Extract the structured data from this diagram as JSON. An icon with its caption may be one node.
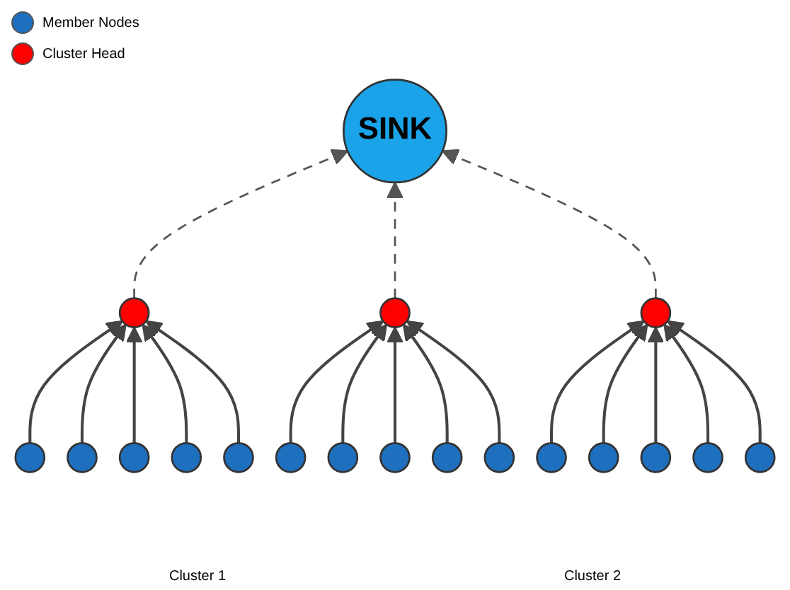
{
  "diagram": {
    "nodes": [
      {
        "text": [
          "SINK"
        ]
      },
      {
        "text": [],
        "shape": "circle"
      },
      {
        "text": [],
        "shape": "circle"
      },
      {
        "text": [],
        "shape": "circle"
      },
      {
        "text": [],
        "shape": "circle"
      },
      {
        "text": [],
        "shape": "circle"
      },
      {
        "text": [],
        "shape": "circle"
      },
      {
        "text": [],
        "shape": "circle"
      },
      {
        "text": [],
        "shape": "circle"
      },
      {
        "text": [],
        "shape": "circle"
      },
      {
        "text": [],
        "shape": "circle"
      },
      {
        "text": [],
        "shape": "circle"
      },
      {
        "text": [],
        "shape": "circle"
      },
      {
        "text": [],
        "shape": "circle"
      },
      {
        "text": [],
        "shape": "circle"
      },
      {
        "text": [],
        "shape": "circle"
      },
      {
        "text": [],
        "shape": "circle"
      },
      {
        "text": [],
        "shape": "circle"
      },
      {
        "text": [],
        "shape": "circle"
      }
    ],
    "edges": [
      {
        "from": 1,
        "to": 0,
        "arrow": "to",
        "style": "dashed"
      },
      {
        "from": 7,
        "to": 0,
        "arrow": "to",
        "style": "dashed"
      },
      {
        "from": 13,
        "to": 0,
        "arrow": "to",
        "style": "dashed"
      },
      {
        "from": 2,
        "to": 1,
        "arrow": "to"
      },
      {
        "from": 3,
        "to": 1,
        "arrow": "to"
      },
      {
        "from": 4,
        "to": 1,
        "arrow": "to"
      },
      {
        "from": 5,
        "to": 1,
        "arrow": "to"
      },
      {
        "from": 6,
        "to": 1,
        "arrow": "to"
      },
      {
        "from": 8,
        "to": 7,
        "arrow": "to"
      },
      {
        "from": 9,
        "to": 7,
        "arrow": "to"
      },
      {
        "from": 10,
        "to": 7,
        "arrow": "to"
      },
      {
        "from": 11,
        "to": 7,
        "arrow": "to"
      },
      {
        "from": 12,
        "to": 7,
        "arrow": "to"
      },
      {
        "from": 14,
        "to": 13,
        "arrow": "to"
      },
      {
        "from": 15,
        "to": 13,
        "arrow": "to"
      },
      {
        "from": 16,
        "to": 13,
        "arrow": "to"
      },
      {
        "from": 17,
        "to": 13,
        "arrow": "to"
      },
      {
        "from": 18,
        "to": 13,
        "arrow": "to"
      }
    ],
    "labels": [
      "Cluster 1",
      "Cluster 2"
    ],
    "legend": [
      {
        "text": "Member Nodes",
        "color": "#1f6fbf"
      },
      {
        "text": "Cluster Head",
        "color": "#ff0000"
      }
    ]
  }
}
